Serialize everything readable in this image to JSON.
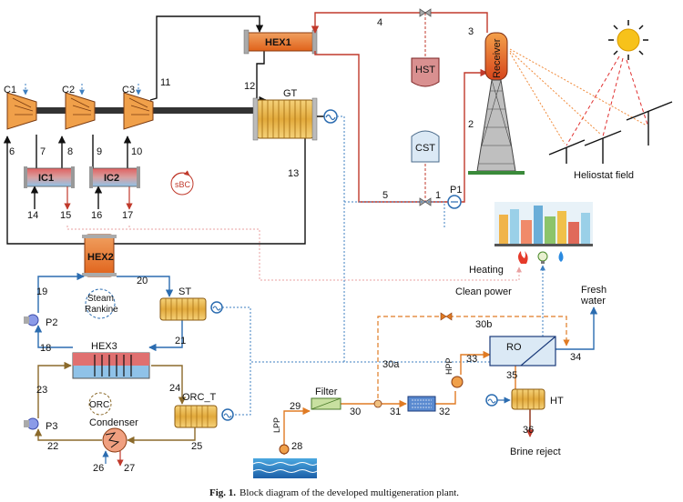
{
  "components": {
    "c1": "C1",
    "c2": "C2",
    "c3": "C3",
    "ic1": "IC1",
    "ic2": "IC2",
    "hex1": "HEX1",
    "hex2": "HEX2",
    "hex3": "HEX3",
    "gt": "GT",
    "hst": "HST",
    "cst": "CST",
    "p1": "P1",
    "receiver": "Receiver",
    "sbc": "sBC",
    "st": "ST",
    "p2": "P2",
    "p3": "P3",
    "steam_rankine_1": "Steam",
    "steam_rankine_2": "Rankine",
    "orc": "ORC",
    "orc_t": "ORC_T",
    "condenser": "Condenser",
    "filter": "Filter",
    "lpp": "LPP",
    "hpp": "HPP",
    "ro": "RO",
    "ht": "HT"
  },
  "labels": {
    "heliostat_field": "Heliostat field",
    "heating": "Heating",
    "clean_power": "Clean power",
    "fresh_water_1": "Fresh",
    "fresh_water_2": "water",
    "brine_reject": "Brine reject"
  },
  "streams": {
    "s1": "1",
    "s2": "2",
    "s3": "3",
    "s4": "4",
    "s5": "5",
    "s6": "6",
    "s7": "7",
    "s8": "8",
    "s9": "9",
    "s10": "10",
    "s11": "11",
    "s12": "12",
    "s13": "13",
    "s14": "14",
    "s15": "15",
    "s16": "16",
    "s17": "17",
    "s18": "18",
    "s19": "19",
    "s20": "20",
    "s21": "21",
    "s22": "22",
    "s23": "23",
    "s24": "24",
    "s25": "25",
    "s26": "26",
    "s27": "27",
    "s28": "28",
    "s29": "29",
    "s30": "30",
    "s30a": "30a",
    "s30b": "30b",
    "s31": "31",
    "s32": "32",
    "s33": "33",
    "s34": "34",
    "s35": "35",
    "s36": "36"
  },
  "caption": {
    "prefix": "Fig. 1.",
    "text": "Block diagram of the developed multigeneration plant."
  },
  "colors": {
    "hot_loop": "#c0392b",
    "gas_cycle": "#111111",
    "rankine": "#2b6cb0",
    "orc": "#8b6a2b",
    "desal": "#e07b24",
    "power": "#3d7fc1",
    "heating": "#f0a8a8",
    "component_orange": "#e8731e"
  }
}
